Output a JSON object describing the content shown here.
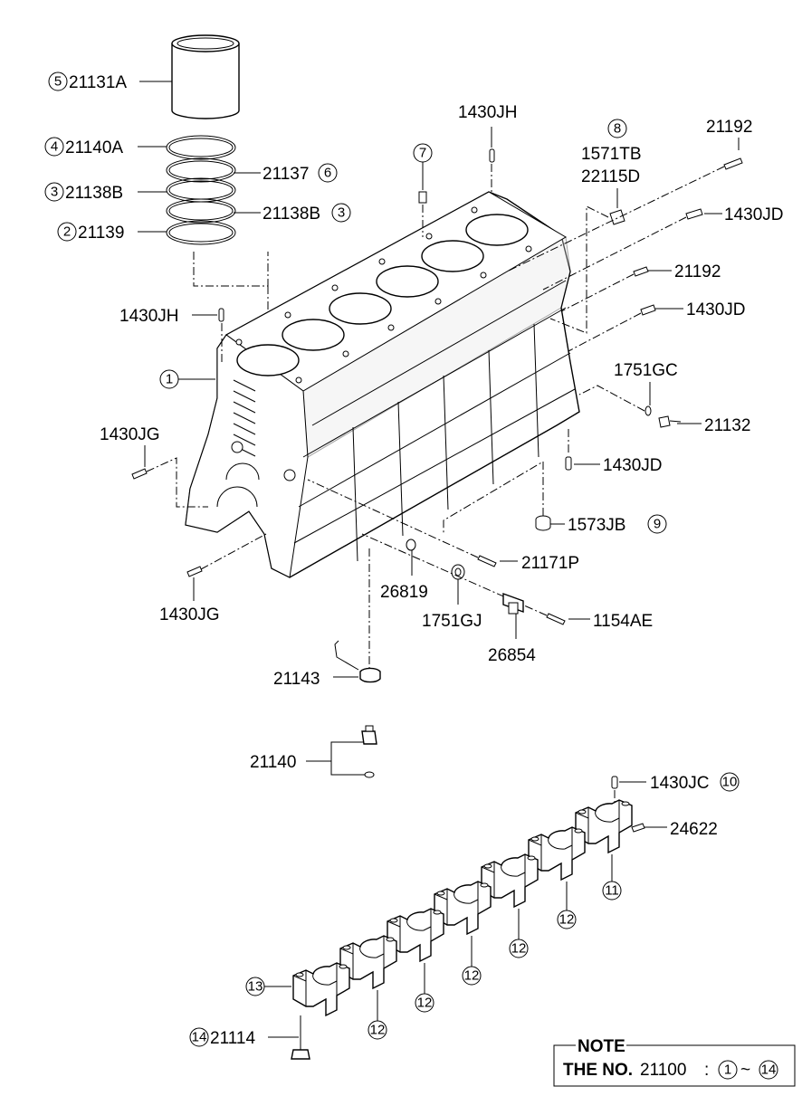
{
  "parts": {
    "liner": {
      "code": "21131A",
      "num": "5"
    },
    "ring_a": {
      "code": "21140A",
      "num": "4"
    },
    "ring_b": {
      "code": "21137",
      "num": "6"
    },
    "ring_c": {
      "code": "21138B",
      "num": "3"
    },
    "ring_d": {
      "code": "21138B",
      "num": "3"
    },
    "ring_e": {
      "code": "21139",
      "num": "2"
    },
    "block": {
      "num": "1"
    },
    "pin_top": {
      "code": "1430JH"
    },
    "pin_left": {
      "code": "1430JH"
    },
    "stud7": {
      "num": "7"
    },
    "plug8": {
      "num": "8",
      "code_a": "1571TB",
      "code_b": "22115D"
    },
    "pin_21192_a": {
      "code": "21192"
    },
    "pin_jd_a": {
      "code": "1430JD"
    },
    "pin_21192_b": {
      "code": "21192"
    },
    "pin_jd_b": {
      "code": "1430JD"
    },
    "gc": {
      "code": "1751GC"
    },
    "bolt_21132": {
      "code": "21132"
    },
    "pin_jd_c": {
      "code": "1430JD"
    },
    "plug9": {
      "code": "1573JB",
      "num": "9"
    },
    "jg_a": {
      "code": "1430JG"
    },
    "jg_b": {
      "code": "1430JG"
    },
    "p21171": {
      "code": "21171P"
    },
    "p26819": {
      "code": "26819"
    },
    "gj": {
      "code": "1751GJ"
    },
    "p1154": {
      "code": "1154AE"
    },
    "p26854": {
      "code": "26854"
    },
    "p21143": {
      "code": "21143"
    },
    "p21140": {
      "code": "21140"
    },
    "jc10": {
      "code": "1430JC",
      "num": "10"
    },
    "p24622": {
      "code": "24622"
    },
    "cap11": {
      "num": "11"
    },
    "cap12": {
      "num": "12"
    },
    "cap13": {
      "num": "13"
    },
    "bolt14": {
      "code": "21114",
      "num": "14"
    }
  },
  "note": {
    "title": "NOTE",
    "prefix": "THE NO.",
    "code": "21100",
    "sep": ":",
    "from": "1",
    "tilde": "~",
    "to": "14"
  }
}
